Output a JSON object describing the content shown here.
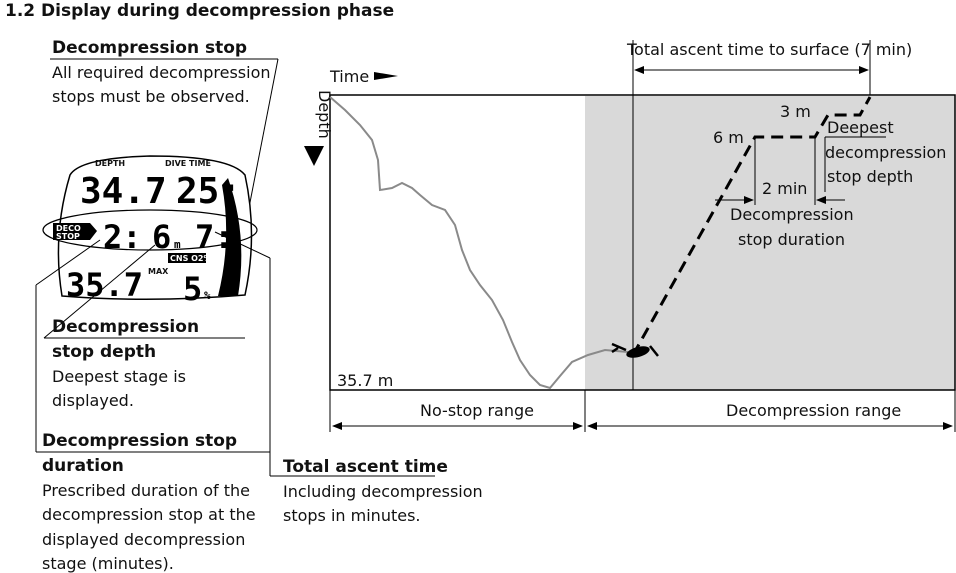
{
  "title": "1.2 Display during decompression phase",
  "callouts": {
    "deco_stop": {
      "heading": "Decompression stop",
      "lines": [
        "All required decompression",
        "stops must be observed."
      ]
    },
    "stop_depth": {
      "heading": [
        "Decompression",
        "stop depth"
      ],
      "lines": [
        "Deepest stage is",
        "displayed."
      ]
    },
    "stop_duration": {
      "heading": [
        "Decompression stop",
        "duration"
      ],
      "lines": [
        "Prescribed duration of the",
        "decompression stop at the",
        "displayed decompression",
        "stage (minutes)."
      ]
    },
    "total_ascent": {
      "heading": "Total ascent time",
      "lines": [
        "Including decompression",
        "stops in minutes."
      ]
    }
  },
  "display": {
    "depth_label": "DEPTH",
    "dive_time_label": "DIVE TIME",
    "depth": "34.7",
    "dive_time": "25:",
    "deco_badge": [
      "DECO",
      "STOP"
    ],
    "stop_duration": "2:",
    "stop_depth": "6",
    "stop_depth_unit": "m",
    "total_ascent": "7:",
    "max_depth": "35.7",
    "max_label": "MAX",
    "cns_label": "CNS O2%",
    "cns_value": "5",
    "cns_unit": "%"
  },
  "profile": {
    "time_label": "Time",
    "depth_label": "Depth",
    "max_depth_label": "35.7 m",
    "total_ascent_label": "Total ascent time to surface (7 min)",
    "stop_3m": "3 m",
    "stop_6m": "6 m",
    "deepest_label": [
      "Deepest",
      "decompression",
      "stop depth"
    ],
    "duration_value": "2 min",
    "duration_label": [
      "Decompression",
      "stop duration"
    ],
    "no_stop_range": "No-stop range",
    "deco_range": "Decompression range"
  }
}
